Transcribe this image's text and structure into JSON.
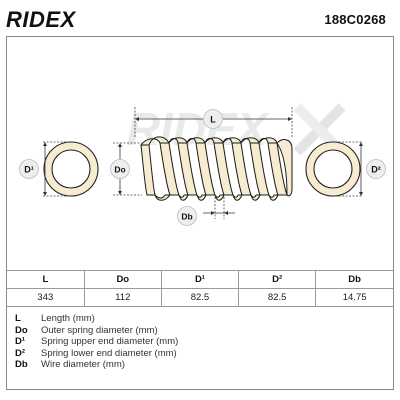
{
  "header": {
    "brand": "RIDEX",
    "part_number": "188C0268"
  },
  "drawing": {
    "watermark": "RIDEX",
    "labels": {
      "length": "L",
      "outer_diameter": "Do",
      "upper_diameter": "D¹",
      "lower_diameter": "D²",
      "wire_diameter": "Db"
    },
    "colors": {
      "spring_fill": "#f7ecd2",
      "badge_fill": "#eeeeee",
      "watermark": "#e9e9e9"
    }
  },
  "table": {
    "headers": [
      "L",
      "Do",
      "D¹",
      "D²",
      "Db"
    ],
    "values": [
      "343",
      "112",
      "82.5",
      "82.5",
      "14.75"
    ]
  },
  "legend": [
    {
      "key": "L",
      "desc": "Length (mm)"
    },
    {
      "key": "Do",
      "desc": "Outer spring diameter (mm)"
    },
    {
      "key": "D¹",
      "desc": "Spring upper end diameter (mm)"
    },
    {
      "key": "D²",
      "desc": "Spring lower end diameter (mm)"
    },
    {
      "key": "Db",
      "desc": "Wire diameter (mm)"
    }
  ]
}
